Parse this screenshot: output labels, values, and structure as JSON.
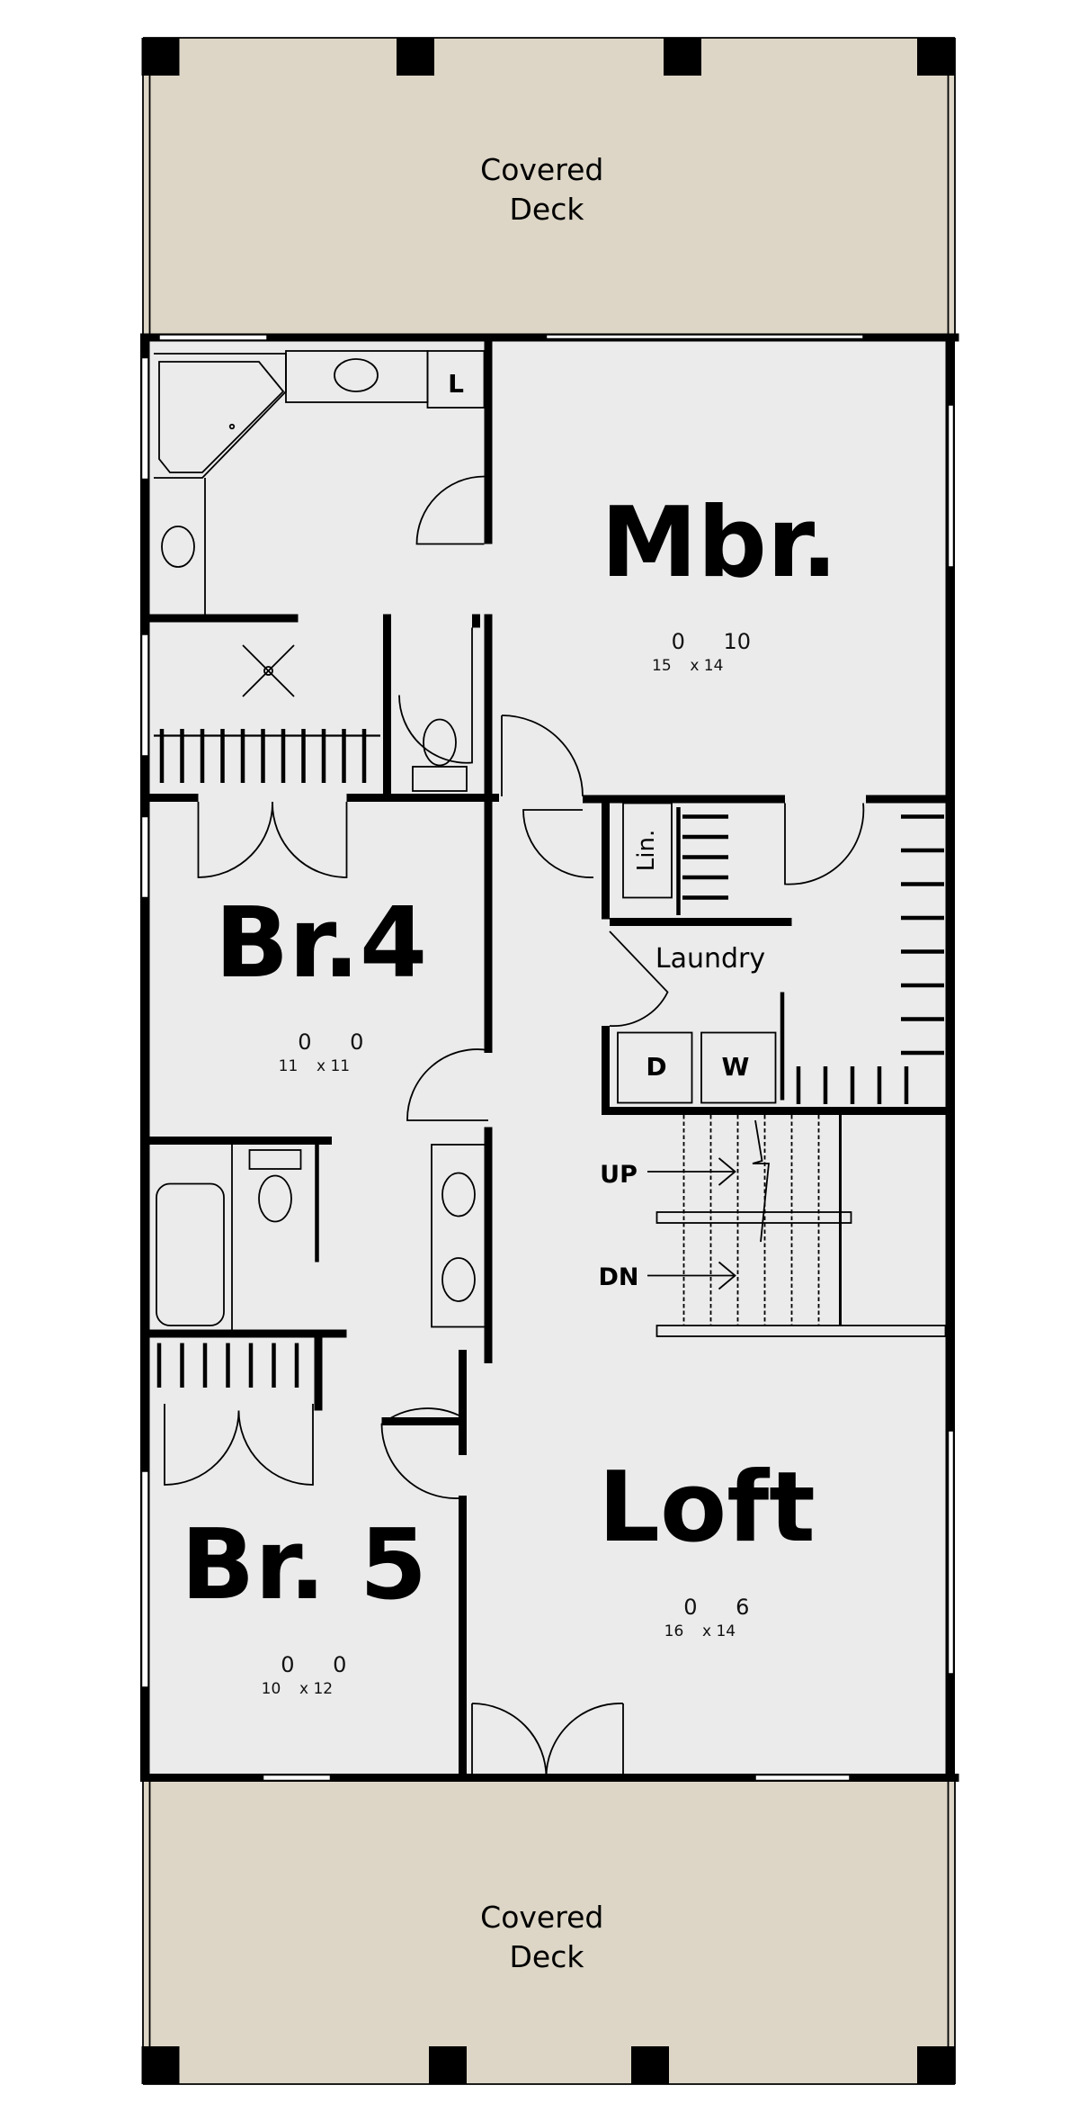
{
  "colors": {
    "deck": "#ddd6c6",
    "interior": "#ebebeb",
    "wall": "#000000"
  },
  "decks": {
    "top": {
      "line1": "Covered",
      "line2": "Deck"
    },
    "bottom": {
      "line1": "Covered",
      "line2": "Deck"
    }
  },
  "rooms": {
    "mbr": {
      "name": "Mbr.",
      "w": "15",
      "w_in": "0",
      "x": "x",
      "l": "14",
      "l_in": "10"
    },
    "br4": {
      "name": "Br.4",
      "w": "11",
      "w_in": "0",
      "x": "x",
      "l": "11",
      "l_in": "0"
    },
    "loft": {
      "name": "Loft",
      "w": "16",
      "w_in": "0",
      "x": "x",
      "l": "14",
      "l_in": "6"
    },
    "br5": {
      "name": "Br. 5",
      "w": "10",
      "w_in": "0",
      "x": "x",
      "l": "12",
      "l_in": "0"
    }
  },
  "labels": {
    "linen_closet": "L",
    "linen": "Lin.",
    "laundry": "Laundry",
    "dryer": "D",
    "washer": "W",
    "stairs_up": "UP",
    "stairs_down": "DN"
  }
}
